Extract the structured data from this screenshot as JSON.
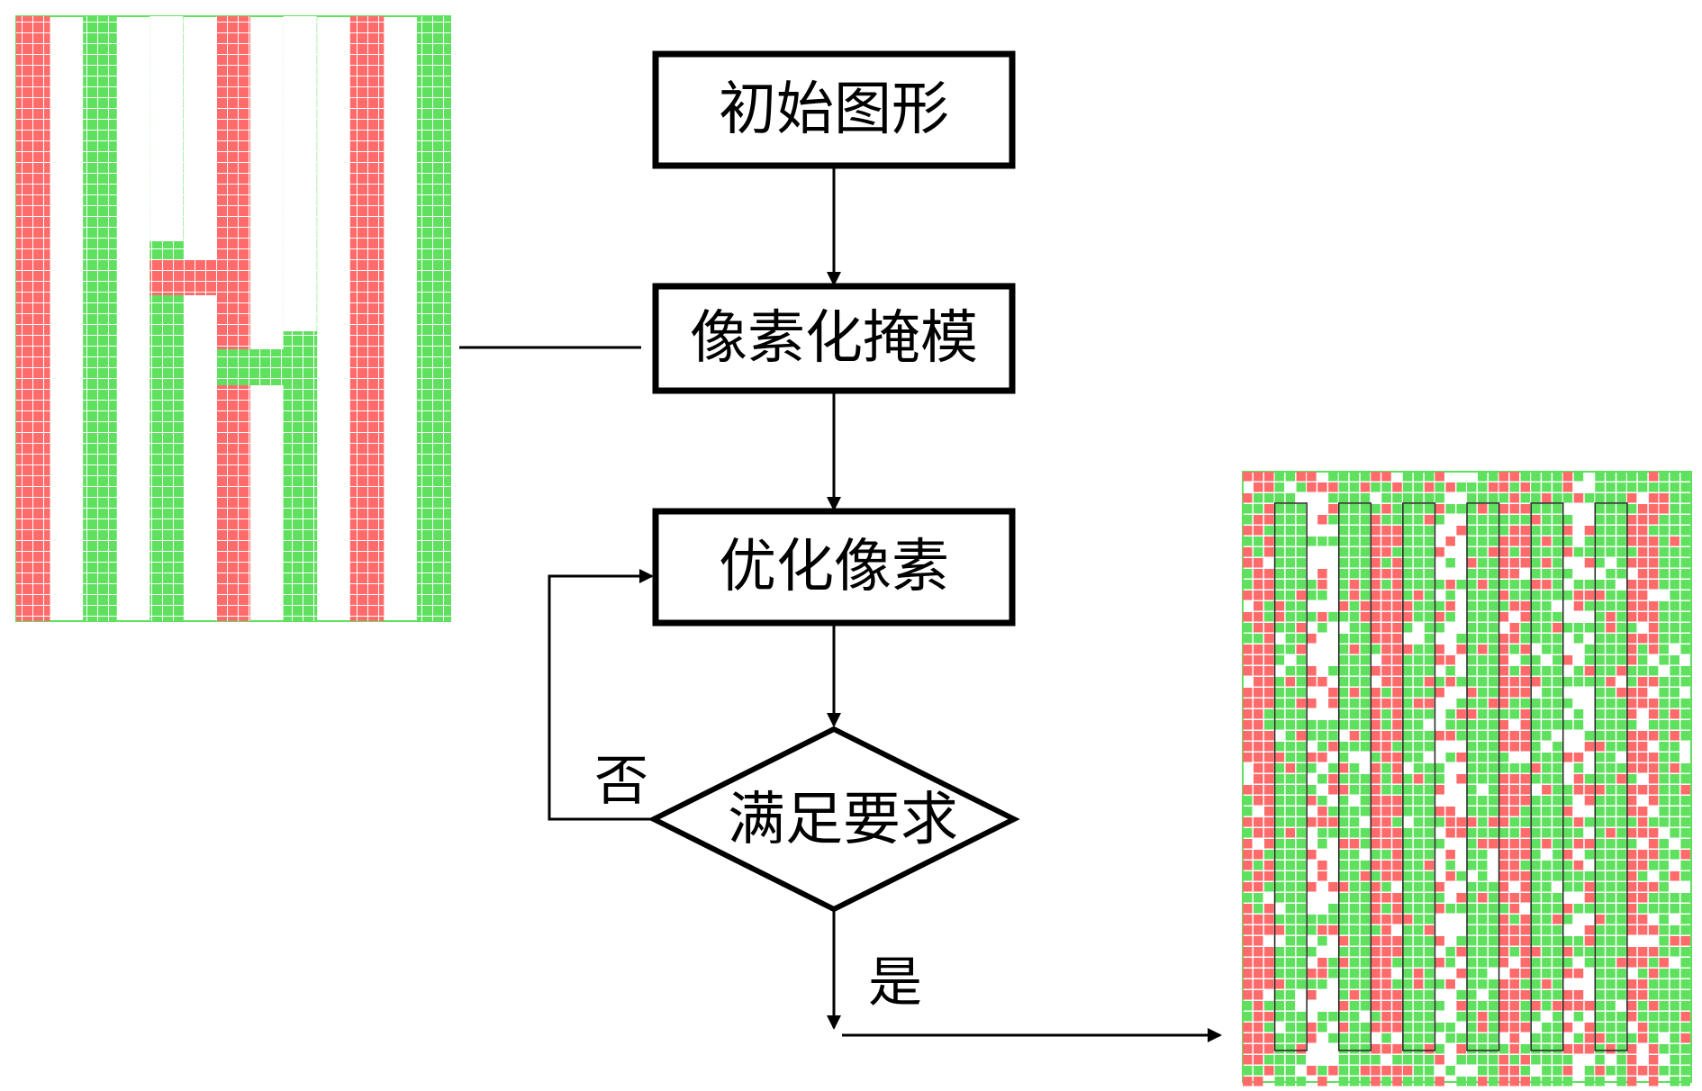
{
  "diagram": {
    "nodes": {
      "initial_pattern": "初始图形",
      "pixelated_mask": "像素化掩模",
      "optimize_pixels": "优化像素",
      "meets_requirements": "满足要求"
    },
    "edges": {
      "no_label": "否",
      "yes_label": "是"
    },
    "colors": {
      "red": "#ff6b6b",
      "green": "#5fe05f",
      "grid_line": "#ffffff",
      "stroke": "#000000"
    },
    "grids": {
      "mask_columns": [
        "red",
        "white",
        "green",
        "white",
        "green",
        "white",
        "red",
        "white",
        "green",
        "white",
        "red",
        "white",
        "green"
      ],
      "optimized_columns": [
        "red",
        "green",
        "white",
        "green",
        "red",
        "green",
        "white",
        "green",
        "red",
        "green",
        "white",
        "green",
        "red",
        "green"
      ]
    }
  }
}
